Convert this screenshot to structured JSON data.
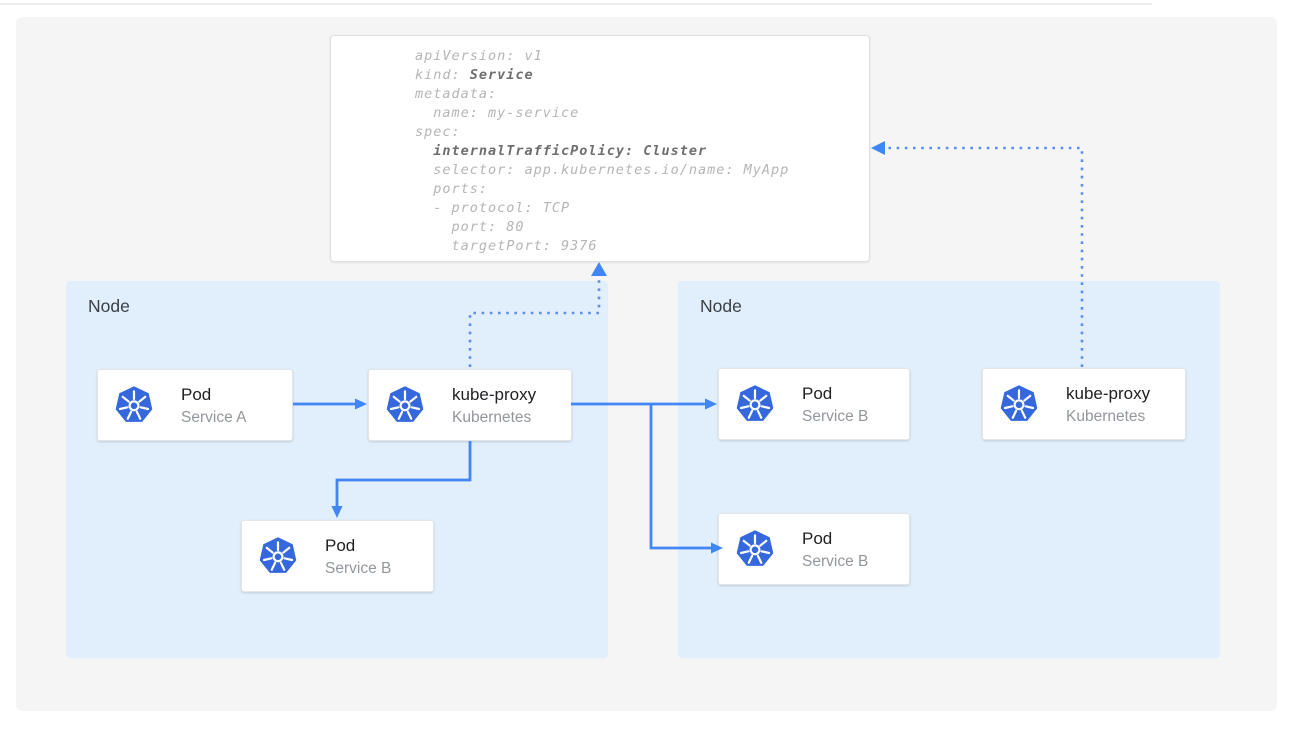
{
  "colors": {
    "canvas_bg": "#f5f5f6",
    "node_bg": "#e1eefc",
    "arrow_solid": "#4285f4",
    "arrow_dotted": "#5b8df2",
    "kubernetes_blue": "#3568dd",
    "code_normal": "#b5b5b5",
    "code_bold": "#6e6e6e"
  },
  "yaml_panel": {
    "lines": [
      {
        "pre": "apiVersion: v1",
        "bold": "",
        "post": ""
      },
      {
        "pre": "kind: ",
        "bold": "Service",
        "post": ""
      },
      {
        "pre": "metadata:",
        "bold": "",
        "post": ""
      },
      {
        "pre": "  name: my-service",
        "bold": "",
        "post": ""
      },
      {
        "pre": "spec:",
        "bold": "",
        "post": ""
      },
      {
        "pre": "  ",
        "bold": "internalTrafficPolicy: Cluster",
        "post": ""
      },
      {
        "pre": "  selector: app.kubernetes.io/name: MyApp",
        "bold": "",
        "post": ""
      },
      {
        "pre": "  ports:",
        "bold": "",
        "post": ""
      },
      {
        "pre": "  - protocol: TCP",
        "bold": "",
        "post": ""
      },
      {
        "pre": "    port: 80",
        "bold": "",
        "post": ""
      },
      {
        "pre": "    targetPort: 9376",
        "bold": "",
        "post": ""
      }
    ]
  },
  "nodes": [
    {
      "label": "Node",
      "cards": [
        {
          "title": "Pod",
          "subtitle": "Service A",
          "icon": "kubernetes-helm-icon"
        },
        {
          "title": "kube-proxy",
          "subtitle": "Kubernetes",
          "icon": "kubernetes-helm-icon"
        },
        {
          "title": "Pod",
          "subtitle": "Service B",
          "icon": "kubernetes-helm-icon"
        }
      ]
    },
    {
      "label": "Node",
      "cards": [
        {
          "title": "Pod",
          "subtitle": "Service B",
          "icon": "kubernetes-helm-icon"
        },
        {
          "title": "Pod",
          "subtitle": "Service B",
          "icon": "kubernetes-helm-icon"
        },
        {
          "title": "kube-proxy",
          "subtitle": "Kubernetes",
          "icon": "kubernetes-helm-icon"
        }
      ]
    }
  ]
}
